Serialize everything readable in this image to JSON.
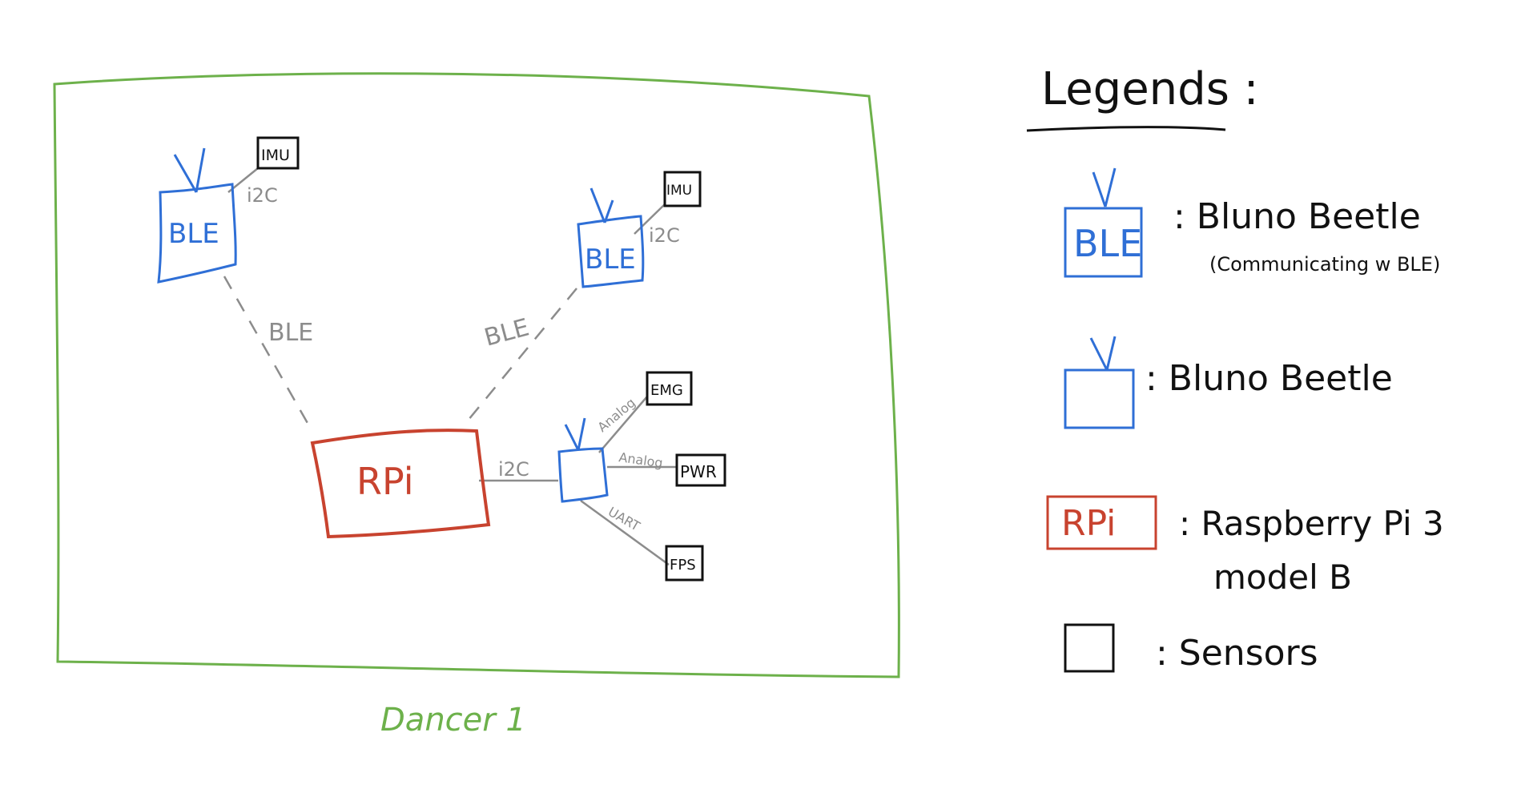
{
  "group": {
    "label": "Dancer 1",
    "color": "#6db14b"
  },
  "nodes": {
    "ble_left": {
      "label": "BLE",
      "color": "#2f6fd6"
    },
    "ble_right": {
      "label": "BLE",
      "color": "#2f6fd6"
    },
    "rpi": {
      "label": "RPi",
      "color": "#c8432f"
    },
    "sensor_imu_left": {
      "label": "IMU"
    },
    "sensor_imu_right": {
      "label": "IMU"
    },
    "sensor_emg": {
      "label": "EMG"
    },
    "sensor_pwr": {
      "label": "PWR"
    },
    "sensor_fps": {
      "label": "FPS"
    }
  },
  "edges": {
    "ble_left_imu": "i2C",
    "ble_right_imu": "i2C",
    "ble_left_rpi": "BLE",
    "ble_right_rpi": "BLE",
    "rpi_beetle": "i2C",
    "beetle_emg": "Analog",
    "beetle_pwr": "Analog",
    "beetle_fps": "UART"
  },
  "legend": {
    "title": "Legends :",
    "items": [
      {
        "symbol": "BLE",
        "desc_line1": ": Bluno Beetle",
        "desc_line2": "(Communicating w BLE)"
      },
      {
        "symbol": "",
        "desc_line1": ": Bluno Beetle",
        "desc_line2": ""
      },
      {
        "symbol": "RPi",
        "desc_line1": ": Raspberry Pi 3",
        "desc_line2": "model B"
      },
      {
        "symbol": "",
        "desc_line1": ": Sensors",
        "desc_line2": ""
      }
    ]
  },
  "colors": {
    "blue": "#2f6fd6",
    "red": "#c8432f",
    "green": "#6db14b",
    "grey": "#8c8c8c",
    "black": "#111111"
  }
}
